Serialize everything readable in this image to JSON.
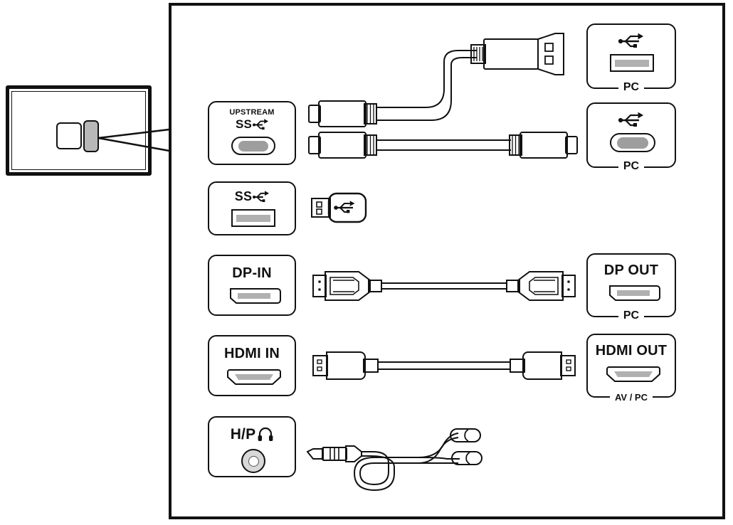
{
  "diagram": {
    "title": "Monitor rear connection ports diagram",
    "device_label": "monitor-rear-panel"
  },
  "rows": [
    {
      "id": "usb-upstream",
      "monitor_port": {
        "label_top": "UPSTREAM",
        "label_logo": "SS",
        "icon": "usb-superspeed-icon",
        "connector_type": "usb-c-oval"
      },
      "cable": {
        "name": "usb-c-to-usb-a-cable",
        "from": "usb-c-plug",
        "to": "usb-a-plug",
        "routing": "curved"
      },
      "target_port": {
        "label": "PC",
        "icon": "usb-icon",
        "connector_type": "usb-a-rect"
      }
    },
    {
      "id": "usb-c-upstream",
      "monitor_port": null,
      "cable": {
        "name": "usb-c-to-usb-c-cable",
        "from": "usb-c-plug",
        "to": "usb-c-plug",
        "routing": "straight"
      },
      "target_port": {
        "label": "PC",
        "icon": "usb-icon",
        "connector_type": "usb-c-oval"
      }
    },
    {
      "id": "usb-downstream",
      "monitor_port": {
        "label_top": "",
        "label_logo": "SS",
        "icon": "usb-superspeed-icon",
        "connector_type": "usb-a-rect"
      },
      "cable": {
        "name": "usb-flash-drive",
        "from": "usb-a-plug",
        "to": "flash-drive-body",
        "routing": "none"
      },
      "target_port": null
    },
    {
      "id": "displayport",
      "monitor_port": {
        "label_top": "DP-IN",
        "connector_type": "displayport"
      },
      "cable": {
        "name": "displayport-cable",
        "from": "dp-plug",
        "to": "dp-plug",
        "routing": "straight"
      },
      "target_port": {
        "label_top": "DP OUT",
        "label": "PC",
        "connector_type": "displayport"
      }
    },
    {
      "id": "hdmi",
      "monitor_port": {
        "label_top": "HDMI IN",
        "connector_type": "hdmi"
      },
      "cable": {
        "name": "hdmi-cable",
        "from": "hdmi-plug",
        "to": "hdmi-plug",
        "routing": "straight"
      },
      "target_port": {
        "label_top": "HDMI OUT",
        "label": "AV / PC",
        "connector_type": "hdmi"
      }
    },
    {
      "id": "headphone",
      "monitor_port": {
        "label_top": "H/P",
        "icon": "headphone-icon",
        "connector_type": "audio-jack"
      },
      "cable": {
        "name": "audio-cable-earphones",
        "from": "3.5mm-trs-plug",
        "to": "earbuds",
        "routing": "curved-split"
      },
      "target_port": null
    }
  ],
  "colors": {
    "line": "#111111",
    "slot_fill": "#b0b0b0",
    "oval_fill": "#9e9e9e",
    "monitor_highlight": "#b8b8b8",
    "background": "#ffffff"
  }
}
